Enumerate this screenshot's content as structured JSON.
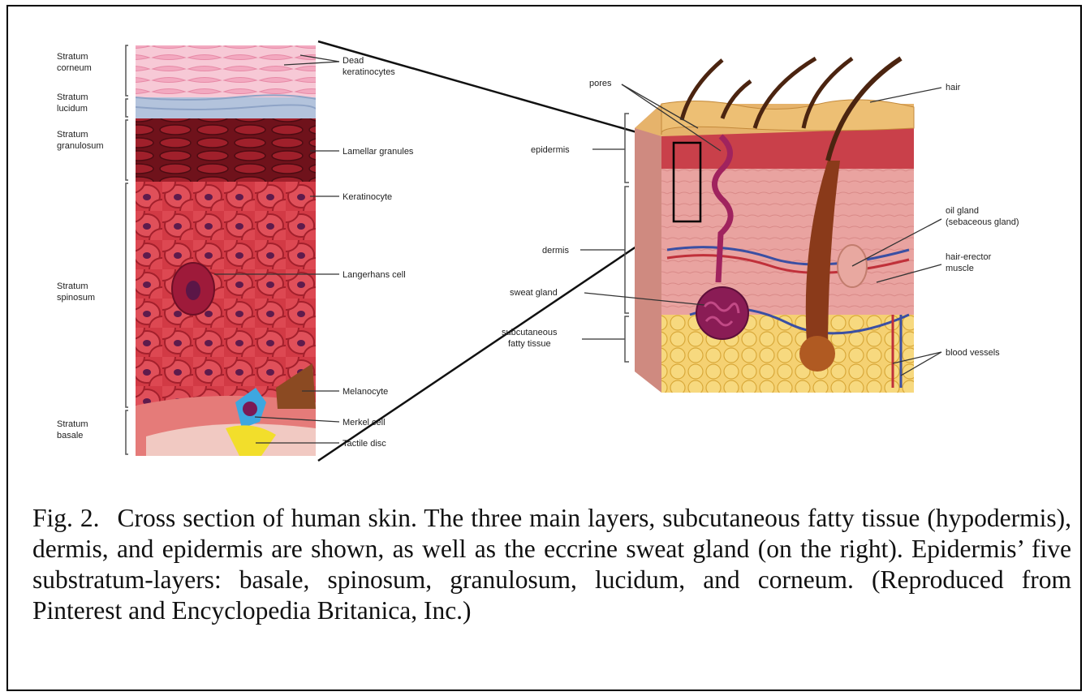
{
  "left_panel": {
    "layers": {
      "corneum": [
        "Stratum",
        "corneum"
      ],
      "lucidum": [
        "Stratum",
        "lucidum"
      ],
      "granulosum": [
        "Stratum",
        "granulosum"
      ],
      "spinosum": [
        "Stratum",
        "spinosum"
      ],
      "basale": [
        "Stratum",
        "basale"
      ]
    },
    "labels": {
      "dead_keratinocytes": [
        "Dead",
        "keratinocytes"
      ],
      "lamellar_granules": "Lamellar granules",
      "keratinocyte": "Keratinocyte",
      "langerhans_cell": "Langerhans cell",
      "melanocyte": "Melanocyte",
      "merkel_cell": "Merkel cell",
      "tactile_disc": "Tactile disc"
    }
  },
  "right_panel": {
    "labels": {
      "pores": "pores",
      "hair": "hair",
      "epidermis": "epidermis",
      "dermis": "dermis",
      "sweat_gland": "sweat gland",
      "subcutaneous": [
        "subcutaneous",
        "fatty tissue"
      ],
      "oil_gland": [
        "oil gland",
        "(sebaceous gland)"
      ],
      "hair_erector": [
        "hair-erector",
        "muscle"
      ],
      "blood_vessels": "blood vessels"
    }
  },
  "caption": {
    "label": "Fig. 2.",
    "text": "Cross section of human skin. The three main layers, subcutaneous fatty tissue (hypodermis), dermis, and epidermis are shown, as well as the eccrine sweat gland (on the right). Epidermis’ five substratum-layers: basale, spinosum, granulosum, lucidum, and corneum. (Reproduced from Pinterest and Encyclopedia Britanica, Inc.)"
  },
  "colors": {
    "corneum": "#f3b6c8",
    "lucidum": "#aebfd9",
    "granulosum": "#8f1d26",
    "spinosum": "#cc2f3c",
    "nucleus": "#6b1d4f",
    "fat": "#f2c75a",
    "skin_surface": "#e6b36b",
    "dermis": "#e79a9b",
    "hair": "#5a2a14"
  }
}
